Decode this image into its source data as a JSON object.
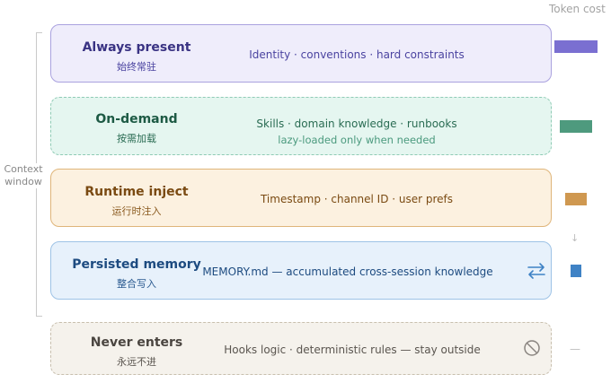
{
  "header": {
    "token_cost": "Token cost"
  },
  "context": {
    "label": "Context window"
  },
  "layers": [
    {
      "name": "Always present",
      "name_cn": "始终常驻",
      "desc": "Identity · conventions · hard constraints",
      "bar_color": "#7a6fd1"
    },
    {
      "name": "On-demand",
      "name_cn": "按需加载",
      "desc": "Skills · domain knowledge · runbooks",
      "desc2": "lazy-loaded only when needed",
      "bar_color": "#4e9a7e"
    },
    {
      "name": "Runtime inject",
      "name_cn": "运行时注入",
      "desc": "Timestamp · channel ID · user prefs",
      "bar_color": "#cf9850"
    },
    {
      "name": "Persisted memory",
      "name_cn": "整合写入",
      "desc": "MEMORY.md — accumulated cross-session knowledge",
      "icon": "sync-arrows-icon",
      "bar_color": "#3f82c5"
    },
    {
      "name": "Never enters",
      "name_cn": "永远不进",
      "desc": "Hooks logic · deterministic rules — stay outside",
      "icon": "ban-icon",
      "token_mark": "—"
    }
  ],
  "connector": {
    "arrow": "↓"
  }
}
